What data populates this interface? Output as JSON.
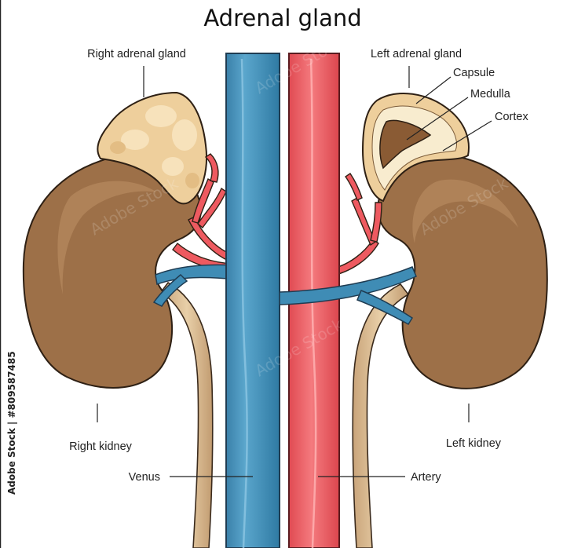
{
  "title": "Adrenal gland",
  "labels": {
    "right_adrenal_gland": "Right adrenal gland",
    "left_adrenal_gland": "Left adrenal gland",
    "capsule": "Capsule",
    "medulla": "Medulla",
    "cortex": "Cortex",
    "right_kidney": "Right kidney",
    "left_kidney": "Left kidney",
    "venus": "Venus",
    "artery": "Artery"
  },
  "credit": "Adobe Stock | #809587485",
  "watermark": "Adobe Stock",
  "colors": {
    "vein": "#3f8cb5",
    "artery": "#ee5a60",
    "kidney": "#9d7048",
    "adrenal": "#eecf9c",
    "medulla": "#8a5b34",
    "ureter": "#d9b88e"
  }
}
